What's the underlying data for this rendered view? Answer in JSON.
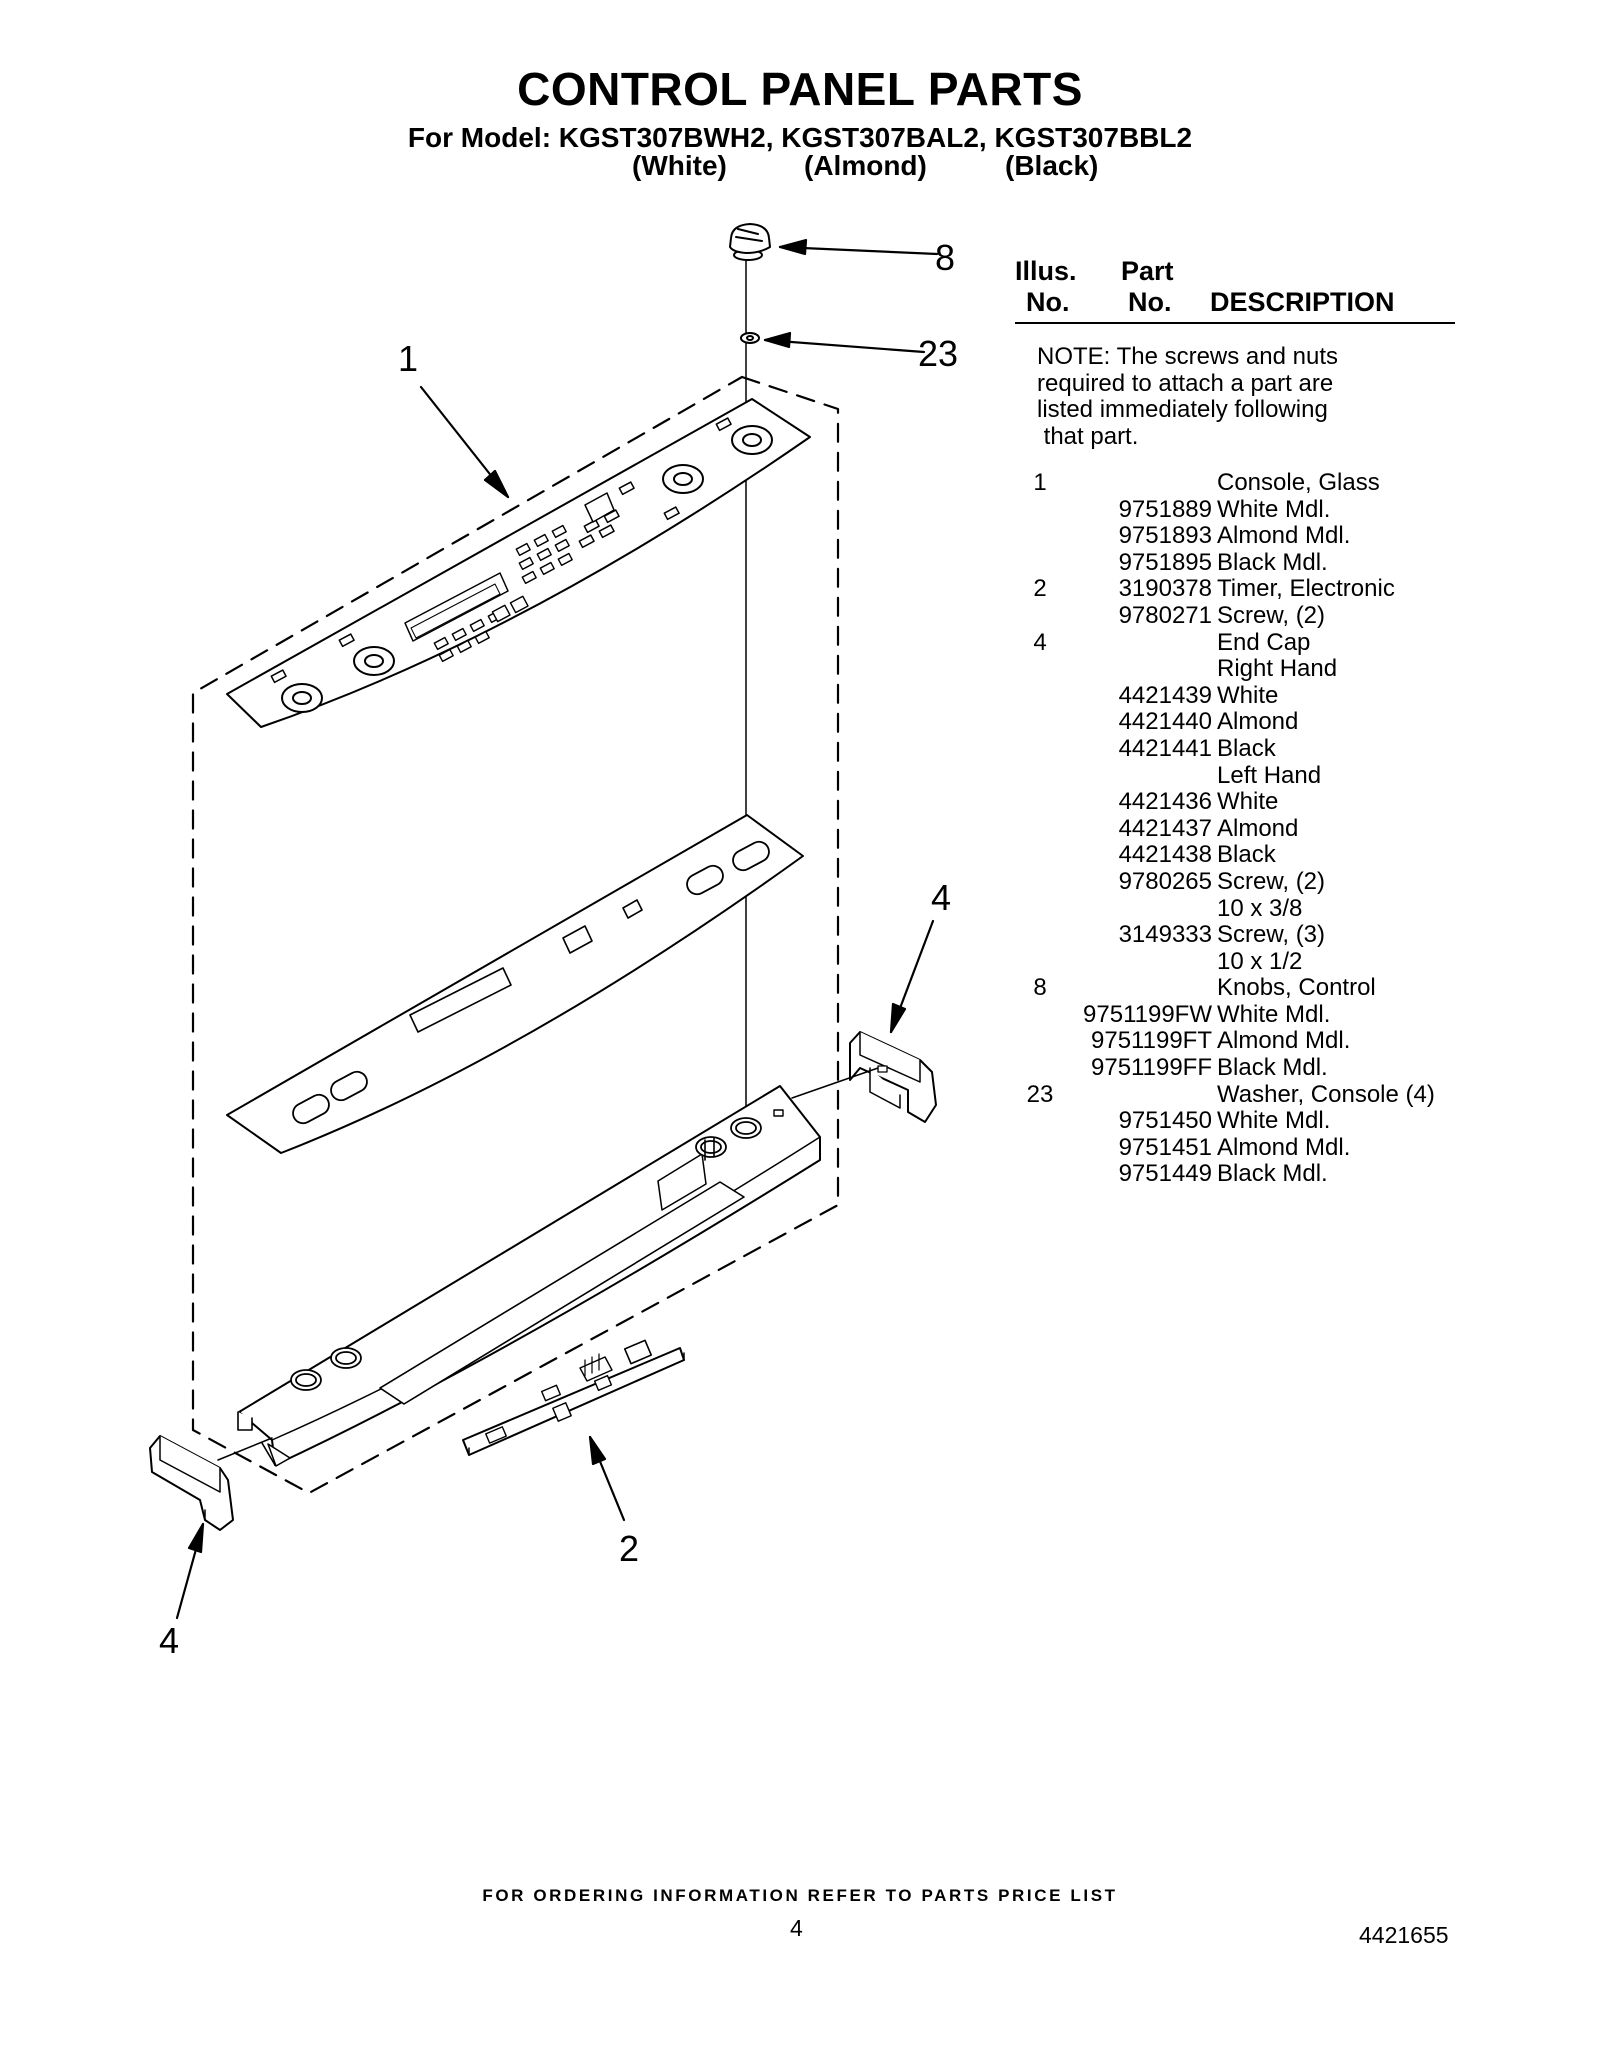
{
  "header": {
    "title": "CONTROL PANEL PARTS",
    "subtitle": "For Model: KGST307BWH2, KGST307BAL2, KGST307BBL2",
    "colors": [
      "(White)",
      "(Almond)",
      "(Black)"
    ]
  },
  "callouts": {
    "c1": "1",
    "c2": "2",
    "c4a": "4",
    "c4b": "4",
    "c8": "8",
    "c23": "23"
  },
  "parts_table": {
    "col_illus_1": "Illus.",
    "col_illus_2": "No.",
    "col_part_1": "Part",
    "col_part_2": "No.",
    "col_desc": "DESCRIPTION",
    "note_lines": [
      "NOTE: The screws and nuts",
      "required to attach a part are",
      "listed immediately following",
      " that part."
    ],
    "rows": [
      {
        "num": "1",
        "part": "",
        "desc": "Console, Glass"
      },
      {
        "num": "",
        "part": "9751889",
        "desc": "White Mdl."
      },
      {
        "num": "",
        "part": "9751893",
        "desc": "Almond Mdl."
      },
      {
        "num": "",
        "part": "9751895",
        "desc": "Black Mdl."
      },
      {
        "num": "2",
        "part": "3190378",
        "desc": "Timer, Electronic"
      },
      {
        "num": "",
        "part": "9780271",
        "desc": "Screw, (2)"
      },
      {
        "num": "4",
        "part": "",
        "desc": "End Cap"
      },
      {
        "num": "",
        "part": "",
        "desc": "Right Hand"
      },
      {
        "num": "",
        "part": "4421439",
        "desc": "White"
      },
      {
        "num": "",
        "part": "4421440",
        "desc": "Almond"
      },
      {
        "num": "",
        "part": "4421441",
        "desc": "Black"
      },
      {
        "num": "",
        "part": "",
        "desc": "Left Hand"
      },
      {
        "num": "",
        "part": "4421436",
        "desc": "White"
      },
      {
        "num": "",
        "part": "4421437",
        "desc": "Almond"
      },
      {
        "num": "",
        "part": "4421438",
        "desc": "Black"
      },
      {
        "num": "",
        "part": "9780265",
        "desc": "Screw, (2)"
      },
      {
        "num": "",
        "part": "",
        "desc": "10 x 3/8"
      },
      {
        "num": "",
        "part": "3149333",
        "desc": "Screw, (3)"
      },
      {
        "num": "",
        "part": "",
        "desc": "10 x 1/2"
      },
      {
        "num": "8",
        "part": "",
        "desc": "Knobs, Control"
      },
      {
        "num": "",
        "part": "9751199FW",
        "desc": "White Mdl."
      },
      {
        "num": "",
        "part": "9751199FT",
        "desc": "Almond Mdl."
      },
      {
        "num": "",
        "part": "9751199FF",
        "desc": "Black Mdl."
      },
      {
        "num": "23",
        "part": "",
        "desc": "Washer, Console (4)"
      },
      {
        "num": "",
        "part": "9751450",
        "desc": "White Mdl."
      },
      {
        "num": "",
        "part": "9751451",
        "desc": "Almond Mdl."
      },
      {
        "num": "",
        "part": "9751449",
        "desc": "Black Mdl."
      }
    ]
  },
  "footer": {
    "ordering": "FOR ORDERING INFORMATION REFER TO PARTS PRICE LIST",
    "page": "4",
    "doc_number": "4421655"
  }
}
